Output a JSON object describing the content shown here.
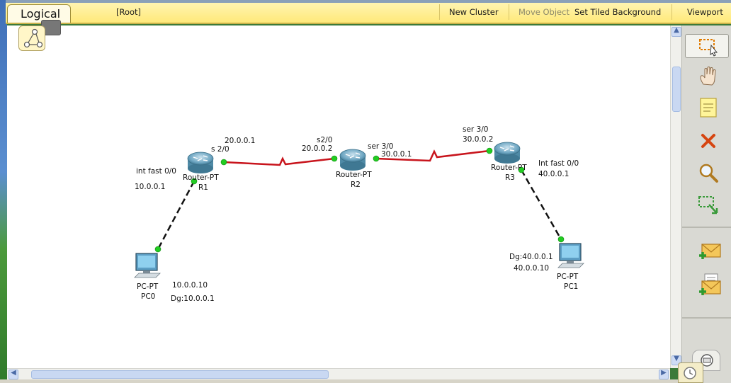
{
  "toolbar": {
    "logical_tab": "Logical",
    "root": "[Root]",
    "new_cluster": "New Cluster",
    "move_object": "Move Object",
    "set_tiled_background": "Set Tiled Background",
    "viewport": "Viewport"
  },
  "devices": {
    "r1": {
      "type": "Router-PT",
      "name": "R1"
    },
    "r2": {
      "type": "Router-PT",
      "name": "R2"
    },
    "r3": {
      "type": "Router-PT",
      "name": "R3"
    },
    "pc0": {
      "type": "PC-PT",
      "name": "PC0"
    },
    "pc1": {
      "type": "PC-PT",
      "name": "PC1"
    }
  },
  "annotations": {
    "r1_fast_if": "int fast 0/0",
    "r1_fast_ip": "10.0.0.1",
    "r1_serial_if": "s 2/0",
    "r1_serial_ip": "20.0.0.1",
    "r2_serial_left_if": "s2/0",
    "r2_serial_left_ip": "20.0.0.2",
    "r2_serial_right_if": "ser 3/0",
    "r2_serial_right_ip": "30.0.0.1",
    "r3_serial_if": "ser 3/0",
    "r3_serial_ip": "30.0.0.2",
    "r3_fast_if": "Int fast 0/0",
    "r3_fast_ip": "40.0.0.1",
    "pc0_ip": "10.0.0.10",
    "pc0_dg": "Dg:10.0.0.1",
    "pc1_dg": "Dg:40.0.0.1",
    "pc1_ip": "40.0.0.10"
  },
  "colors": {
    "serial_link": "#c8141c",
    "link_light": "#22cc22",
    "toolbar_bg": "#ffe97a"
  },
  "palette": {
    "tools": [
      "select-icon",
      "hand-icon",
      "note-icon",
      "delete-icon",
      "zoom-icon",
      "resize-icon",
      "simple-pdu-icon",
      "complex-pdu-icon"
    ]
  }
}
